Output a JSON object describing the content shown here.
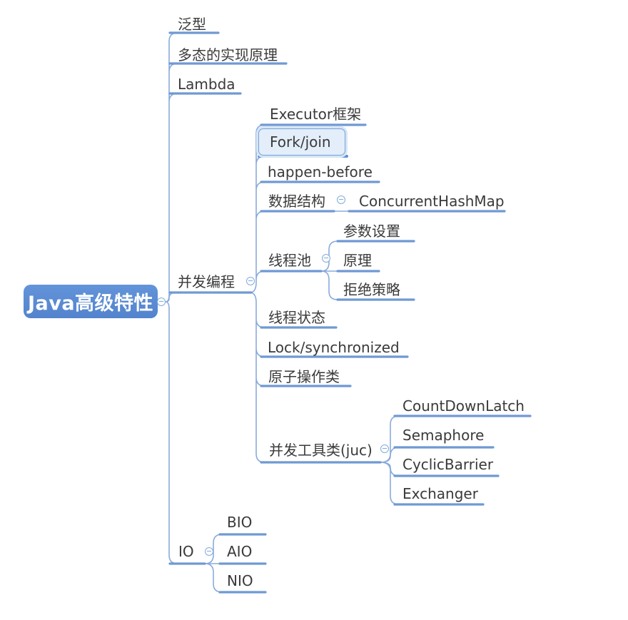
{
  "root": {
    "label": "Java高级特性"
  },
  "selected_topic": "Fork/join",
  "topics": {
    "generics": "泛型",
    "polymorphism": "多态的实现原理",
    "lambda": "Lambda",
    "concurrency": "并发编程",
    "executor": "Executor框架",
    "forkjoin": "Fork/join",
    "happen_before": "happen-before",
    "data_structure": "数据结构",
    "concurrent_hashmap": "ConcurrentHashMap",
    "thread_pool": "线程池",
    "param_setting": "参数设置",
    "principle": "原理",
    "reject_policy": "拒绝策略",
    "thread_state": "线程状态",
    "lock_synchronized": "Lock/synchronized",
    "atomic_class": "原子操作类",
    "juc": "并发工具类(juc)",
    "countdownlatch": "CountDownLatch",
    "semaphore": "Semaphore",
    "cyclicbarrier": "CyclicBarrier",
    "exchanger": "Exchanger",
    "io": "IO",
    "bio": "BIO",
    "aio": "AIO",
    "nio": "NIO"
  },
  "colors": {
    "root_fill": "#5b8bd4",
    "branch_line": "#6f99d3",
    "curve_line": "#8aabdc",
    "selected_fill": "#e3eefa",
    "selected_border": "#74a3d9",
    "text": "#3a3a3a"
  },
  "icons": {
    "collapse": "minus-circle"
  }
}
